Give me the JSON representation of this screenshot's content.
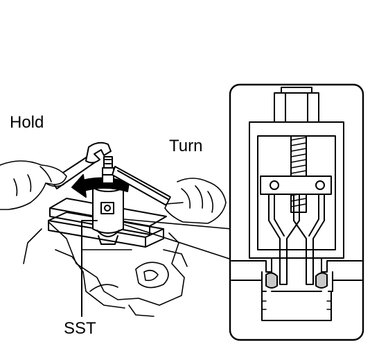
{
  "labels": {
    "hold": "Hold",
    "turn": "Turn",
    "sst": "SST"
  },
  "colors": {
    "ink": "#000000",
    "paper": "#ffffff",
    "shade": "#c8c8c8"
  }
}
